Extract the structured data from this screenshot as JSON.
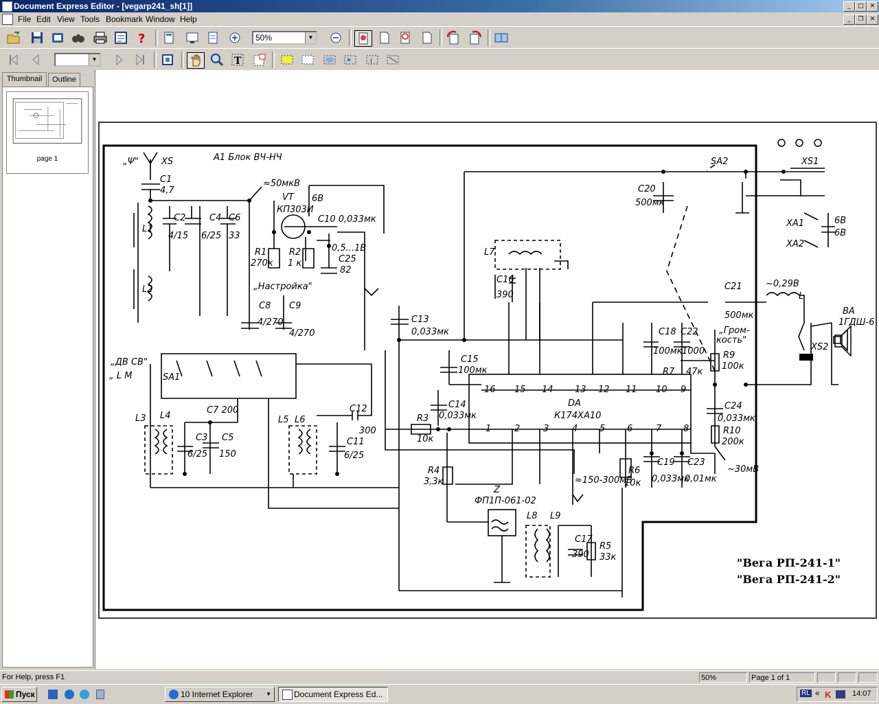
{
  "window": {
    "title": "Document Express Editor - [vegarp241_sh[1]]",
    "controls": {
      "minimize": "_",
      "maximize": "□",
      "close": "✕"
    }
  },
  "menu": [
    "File",
    "Edit",
    "View",
    "Tools",
    "Bookmark",
    "Window",
    "Help"
  ],
  "toolbar": {
    "zoom": "50%",
    "page_field": ""
  },
  "panel": {
    "tabs": [
      "Thumbnail",
      "Outline"
    ],
    "thumb_label": "page 1"
  },
  "schematic": {
    "labels": [
      {
        "id": "antenna",
        "t": "„Ψ\""
      },
      {
        "id": "xs",
        "t": "XS"
      },
      {
        "id": "block",
        "t": "A1 Блок ВЧ-НЧ"
      },
      {
        "id": "c1",
        "t": "C1"
      },
      {
        "id": "c1v",
        "t": "4,7"
      },
      {
        "id": "l1",
        "t": "L1"
      },
      {
        "id": "l2",
        "t": "L2"
      },
      {
        "id": "c2",
        "t": "C2"
      },
      {
        "id": "c2v",
        "t": "4/15"
      },
      {
        "id": "c4",
        "t": "C4"
      },
      {
        "id": "c4v",
        "t": "6/25"
      },
      {
        "id": "c6",
        "t": "C6"
      },
      {
        "id": "c6v",
        "t": "33"
      },
      {
        "id": "v50",
        "t": "≈50мкВ"
      },
      {
        "id": "vt",
        "t": "VT"
      },
      {
        "id": "vtv",
        "t": "КП303И"
      },
      {
        "id": "b6",
        "t": "6В"
      },
      {
        "id": "c10",
        "t": "C10 0,033мк"
      },
      {
        "id": "r1",
        "t": "R1"
      },
      {
        "id": "r1v",
        "t": "270к"
      },
      {
        "id": "r2",
        "t": "R2"
      },
      {
        "id": "r2v",
        "t": "1 к"
      },
      {
        "id": "v518",
        "t": "0,5...1В"
      },
      {
        "id": "c25",
        "t": "C25"
      },
      {
        "id": "c25v",
        "t": "82"
      },
      {
        "id": "tune",
        "t": "„Настройка\""
      },
      {
        "id": "c8",
        "t": "C8"
      },
      {
        "id": "c8v",
        "t": "4/270"
      },
      {
        "id": "c9",
        "t": "C9"
      },
      {
        "id": "c9v",
        "t": "4/270"
      },
      {
        "id": "c13",
        "t": "C13"
      },
      {
        "id": "c13v",
        "t": "0,033мк"
      },
      {
        "id": "l7",
        "t": "L7"
      },
      {
        "id": "c16",
        "t": "C16"
      },
      {
        "id": "c16v",
        "t": "390"
      },
      {
        "id": "c20",
        "t": "C20"
      },
      {
        "id": "c20v",
        "t": "500мк"
      },
      {
        "id": "sa2",
        "t": "SA2"
      },
      {
        "id": "xs1",
        "t": "XS1"
      },
      {
        "id": "xa1",
        "t": "XA1"
      },
      {
        "id": "xa2",
        "t": "XA2"
      },
      {
        "id": "gb",
        "t": "6В"
      },
      {
        "id": "gb2",
        "t": "6В"
      },
      {
        "id": "c21",
        "t": "C21"
      },
      {
        "id": "c21v",
        "t": "500мк"
      },
      {
        "id": "v029",
        "t": "~0,29В"
      },
      {
        "id": "ll",
        "t": "L"
      },
      {
        "id": "ba",
        "t": "ВА"
      },
      {
        "id": "bav",
        "t": "1ГДШ-6"
      },
      {
        "id": "xs2",
        "t": "XS2"
      },
      {
        "id": "c18",
        "t": "C18"
      },
      {
        "id": "c18v",
        "t": "100мк"
      },
      {
        "id": "c22",
        "t": "C22"
      },
      {
        "id": "c22v",
        "t": "1000"
      },
      {
        "id": "vol",
        "t": "„Гром-"
      },
      {
        "id": "vol2",
        "t": "кость\""
      },
      {
        "id": "r9",
        "t": "R9"
      },
      {
        "id": "r9v",
        "t": "100к"
      },
      {
        "id": "r7",
        "t": "R7"
      },
      {
        "id": "r7v",
        "t": "47к"
      },
      {
        "id": "c15",
        "t": "C15"
      },
      {
        "id": "c15v",
        "t": "100мк"
      },
      {
        "id": "c14",
        "t": "C14"
      },
      {
        "id": "c14v",
        "t": "0,033мк"
      },
      {
        "id": "da",
        "t": "DA"
      },
      {
        "id": "dav",
        "t": "К174ХА10"
      },
      {
        "id": "c24",
        "t": "C24"
      },
      {
        "id": "c24v",
        "t": "0,033мк"
      },
      {
        "id": "r10",
        "t": "R10"
      },
      {
        "id": "r10v",
        "t": "200к"
      },
      {
        "id": "v30",
        "t": "~30мВ"
      },
      {
        "id": "r3",
        "t": "R3"
      },
      {
        "id": "r3v",
        "t": "10к"
      },
      {
        "id": "r4",
        "t": "R4"
      },
      {
        "id": "r4v",
        "t": "3,3к"
      },
      {
        "id": "c19",
        "t": "C19"
      },
      {
        "id": "c19v",
        "t": "0,033мк"
      },
      {
        "id": "c23",
        "t": "C23"
      },
      {
        "id": "c23v",
        "t": "0,01мк"
      },
      {
        "id": "r6",
        "t": "R6"
      },
      {
        "id": "r6v",
        "t": "10к"
      },
      {
        "id": "v150",
        "t": "≈150-300мВ"
      },
      {
        "id": "z",
        "t": "Z"
      },
      {
        "id": "zv",
        "t": "ФП1П-061-02"
      },
      {
        "id": "l8",
        "t": "L8"
      },
      {
        "id": "l9",
        "t": "L9"
      },
      {
        "id": "c17",
        "t": "C17"
      },
      {
        "id": "c17v",
        "t": "390"
      },
      {
        "id": "r5",
        "t": "R5"
      },
      {
        "id": "r5v",
        "t": "33к"
      },
      {
        "id": "dv",
        "t": "„ДВ  СВ\""
      },
      {
        "id": "lm",
        "t": "„ L   M"
      },
      {
        "id": "sa1",
        "t": "SA1"
      },
      {
        "id": "c7",
        "t": "C7 200"
      },
      {
        "id": "l3",
        "t": "L3"
      },
      {
        "id": "l4",
        "t": "L4"
      },
      {
        "id": "c3",
        "t": "C3"
      },
      {
        "id": "c3v",
        "t": "6/25"
      },
      {
        "id": "c5",
        "t": "C5"
      },
      {
        "id": "c5v",
        "t": "150"
      },
      {
        "id": "l5",
        "t": "L5"
      },
      {
        "id": "l6",
        "t": "L6"
      },
      {
        "id": "c12",
        "t": "C12"
      },
      {
        "id": "c12v",
        "t": "300"
      },
      {
        "id": "c11",
        "t": "C11"
      },
      {
        "id": "c11v",
        "t": "6/25"
      },
      {
        "id": "p16",
        "t": "16"
      },
      {
        "id": "p15",
        "t": "15"
      },
      {
        "id": "p14",
        "t": "14"
      },
      {
        "id": "p13",
        "t": "13"
      },
      {
        "id": "p12",
        "t": "12"
      },
      {
        "id": "p11",
        "t": "11"
      },
      {
        "id": "p10",
        "t": "10"
      },
      {
        "id": "p9",
        "t": "9"
      },
      {
        "id": "p1",
        "t": "1"
      },
      {
        "id": "p2",
        "t": "2"
      },
      {
        "id": "p3",
        "t": "3"
      },
      {
        "id": "p4",
        "t": "4"
      },
      {
        "id": "p5",
        "t": "5"
      },
      {
        "id": "p6",
        "t": "6"
      },
      {
        "id": "p7",
        "t": "7"
      },
      {
        "id": "p8",
        "t": "8"
      }
    ],
    "titles": [
      "\"Вега РП-241-1\"",
      "\"Вега РП-241-2\""
    ]
  },
  "status": {
    "help": "For Help, press F1",
    "zoom": "50%",
    "page": "Page 1 of 1"
  },
  "taskbar": {
    "start": "Пуск",
    "tasks": [
      "10 Internet Explorer",
      "Document Express Ed..."
    ],
    "lang": "RL",
    "clock": "14:07"
  },
  "colors": {
    "title_start": "#0a246a",
    "title_end": "#a6caf0",
    "chrome": "#d4d0c8"
  }
}
